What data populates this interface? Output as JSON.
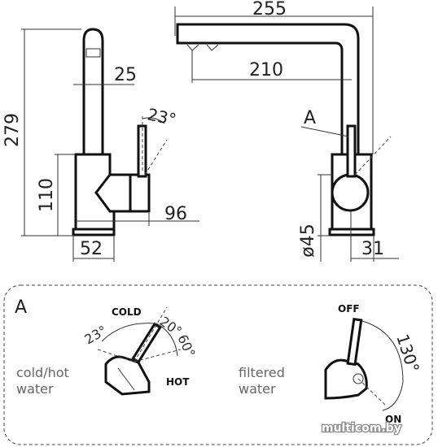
{
  "dimensions": {
    "height_total": "279",
    "spout_width": "25",
    "handle_angle": "23°",
    "base_height": "110",
    "handle_depth": "96",
    "base_width": "52",
    "spout_reach_total": "255",
    "spout_reach": "210",
    "hole_diameter": "ø45",
    "rear_offset": "31"
  },
  "callout": {
    "view_label": "A",
    "detail_label": "A"
  },
  "detail": {
    "left": {
      "cold_label": "COLD",
      "hot_label": "HOT",
      "angle_23": "23°",
      "angle_20": "20°",
      "angle_60": "60°",
      "caption_line1": "cold/hot",
      "caption_line2": "water"
    },
    "right": {
      "off_label": "OFF",
      "on_label": "ON",
      "angle_130": "130°",
      "caption_line1": "filtered",
      "caption_line2": "water"
    }
  },
  "watermark": "multicom.by"
}
